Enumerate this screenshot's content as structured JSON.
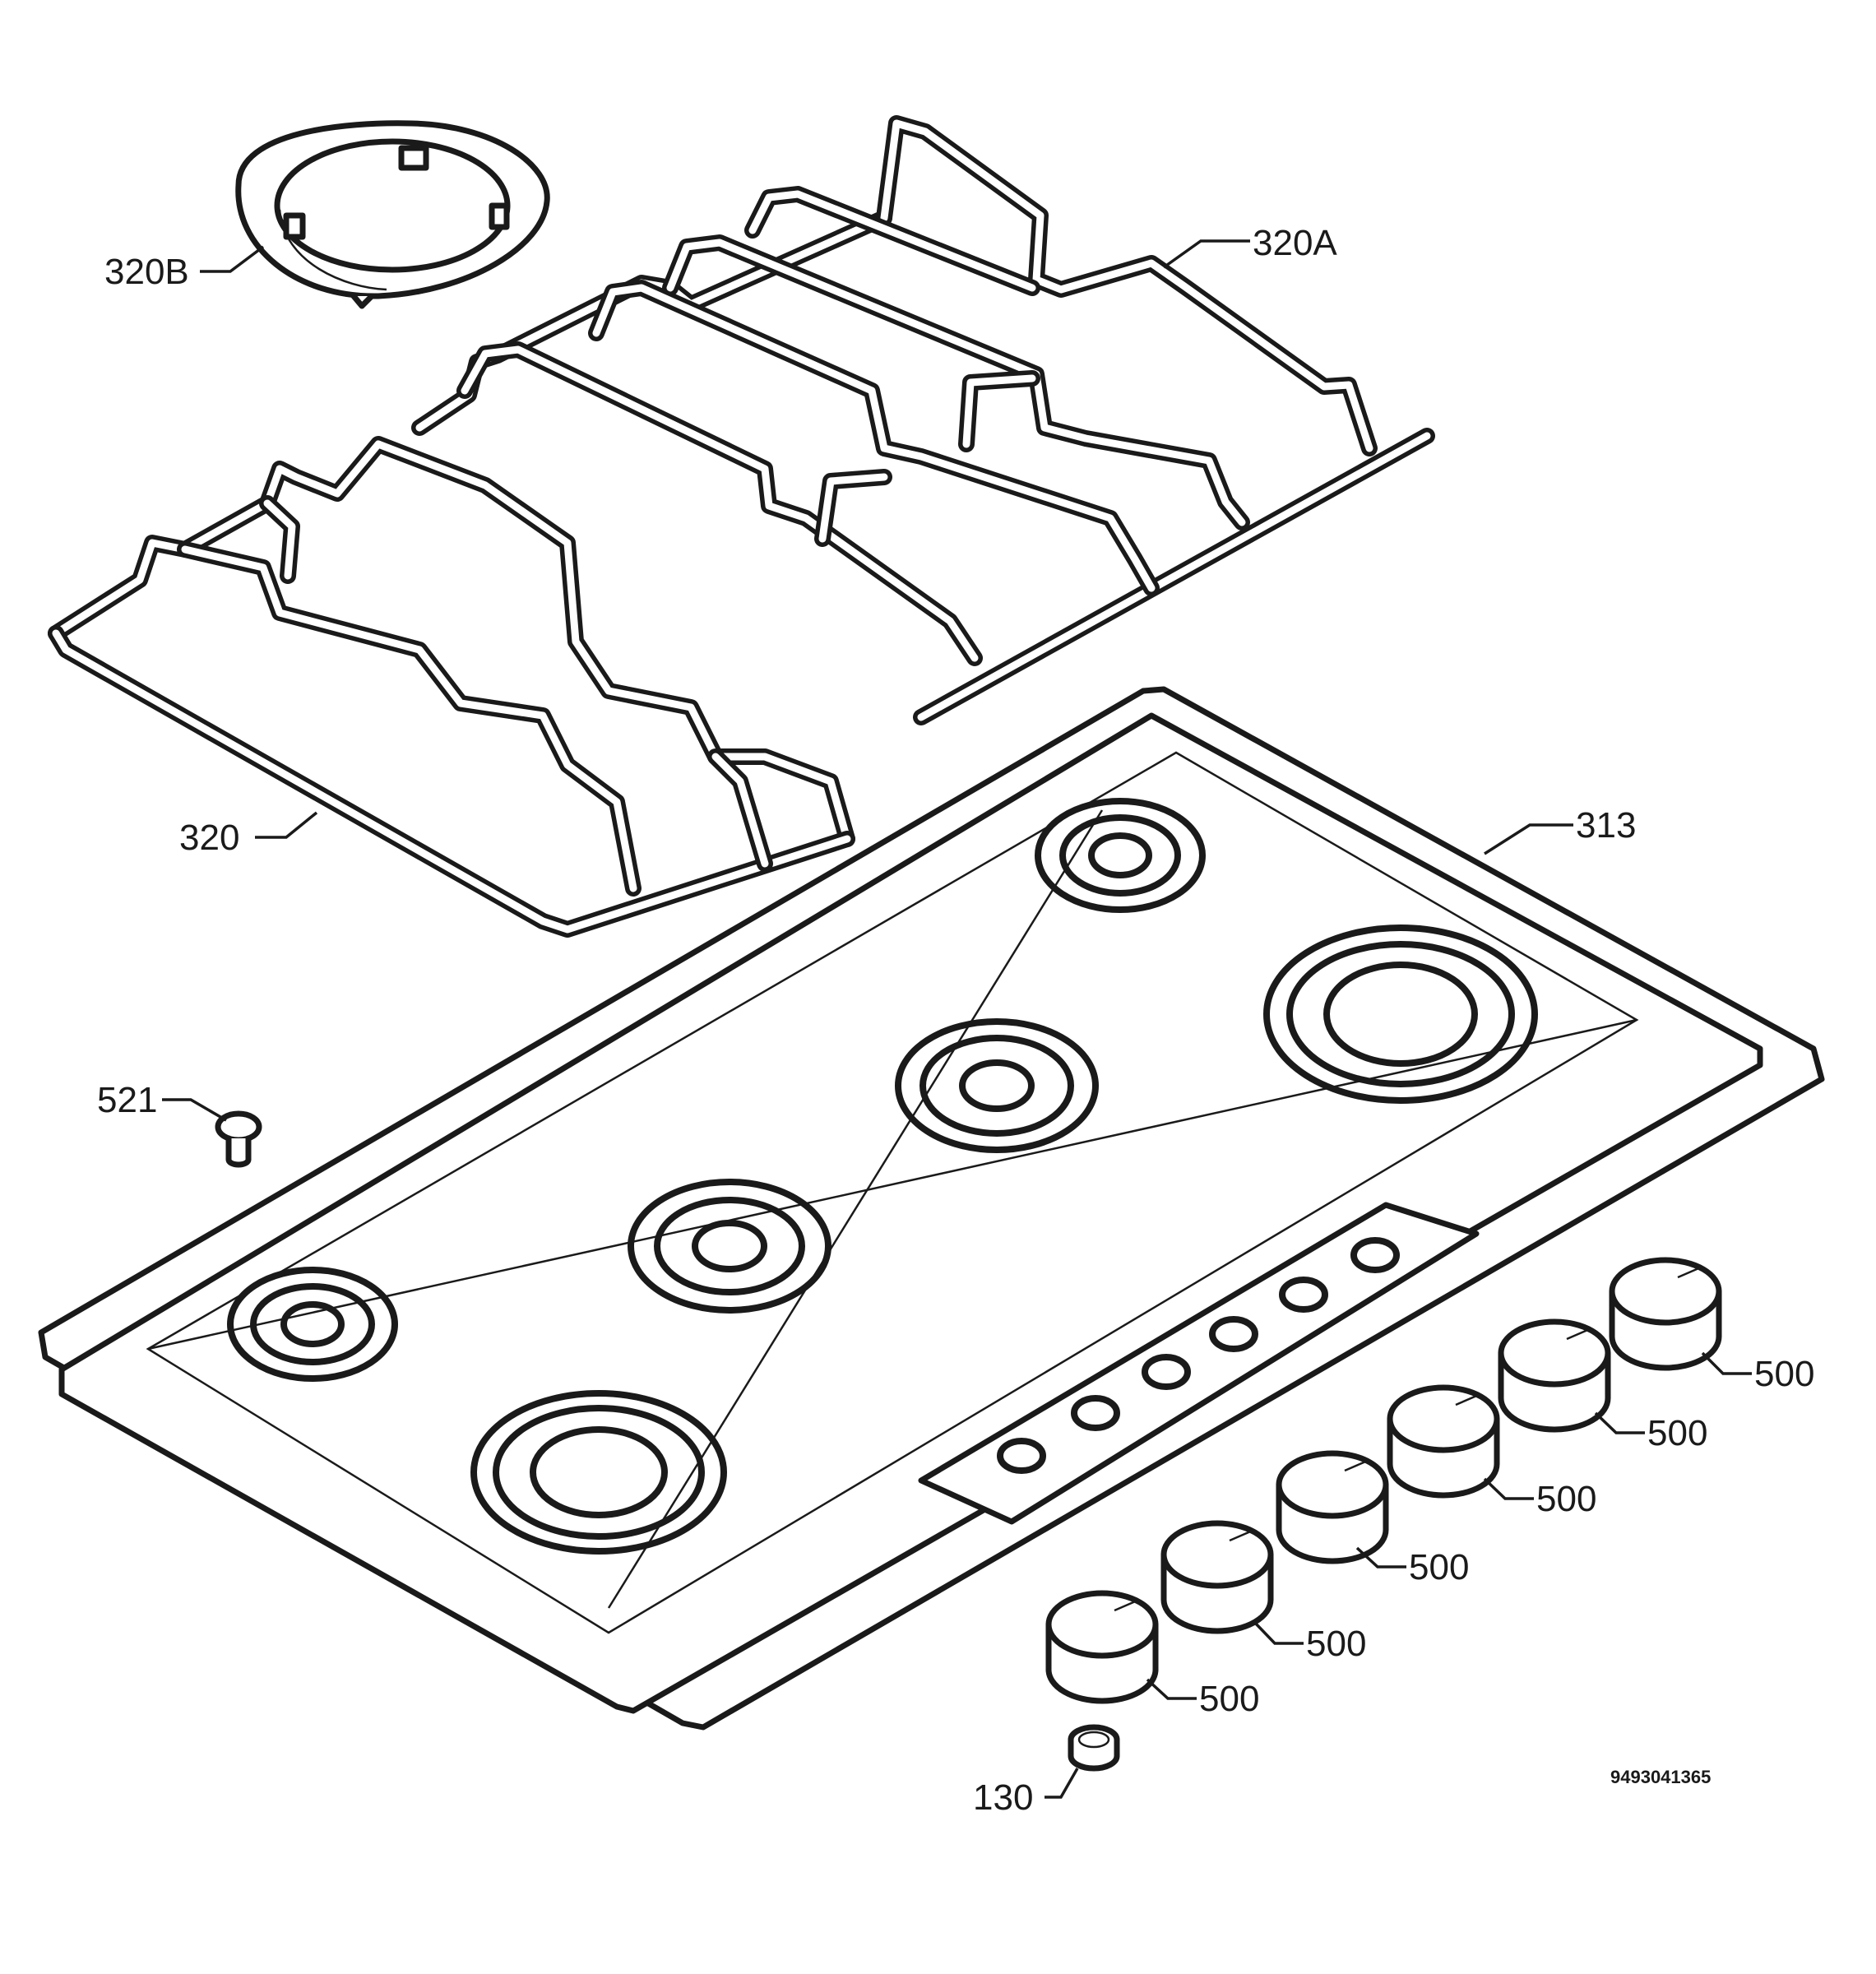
{
  "labels": {
    "ring_320B": "320B",
    "grid_320A": "320A",
    "grid_320": "320",
    "hob_313": "313",
    "screw_521": "521",
    "knob_500": "500",
    "washer_130": "130"
  },
  "diagram_code": "9493041365",
  "colors": {
    "line": "#1a1a1a",
    "background": "#ffffff"
  }
}
